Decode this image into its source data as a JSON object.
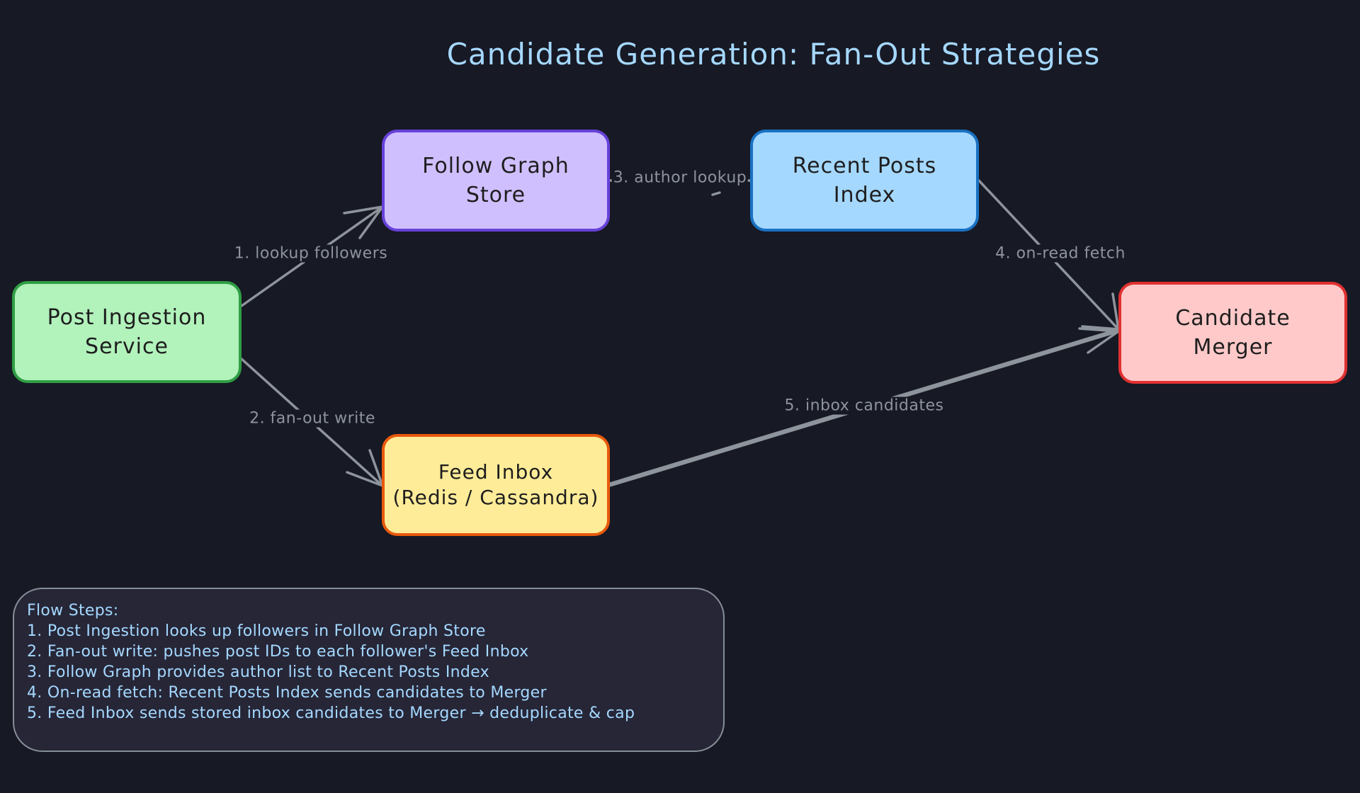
{
  "title": "Candidate Generation: Fan-Out Strategies",
  "colors": {
    "background": "#171924",
    "title": "#a5d8ff",
    "edge": "#8e949c",
    "post_ingestion": "#b2f2bb",
    "follow_graph": "#d0bfff",
    "recent_posts": "#a5d8ff",
    "candidate_merger": "#ffc9c9",
    "feed_inbox": "#ffec99"
  },
  "nodes": {
    "post_ingestion": {
      "label": "Post Ingestion\nService"
    },
    "follow_graph": {
      "label": "Follow Graph\nStore"
    },
    "recent_posts": {
      "label": "Recent Posts\nIndex"
    },
    "candidate_merger": {
      "label": "Candidate\nMerger"
    },
    "feed_inbox": {
      "label": "Feed Inbox\n(Redis / Cassandra)"
    }
  },
  "edges": {
    "e1": {
      "label": "1. lookup followers",
      "from": "Post Ingestion Service",
      "to": "Follow Graph Store"
    },
    "e2": {
      "label": "2. fan-out write",
      "from": "Post Ingestion Service",
      "to": "Feed Inbox"
    },
    "e3": {
      "label": "3. author lookup",
      "from": "Follow Graph Store",
      "to": "Recent Posts Index"
    },
    "e4": {
      "label": "4. on-read fetch",
      "from": "Recent Posts Index",
      "to": "Candidate Merger"
    },
    "e5": {
      "label": "5. inbox candidates",
      "from": "Feed Inbox",
      "to": "Candidate Merger"
    }
  },
  "notes": {
    "heading": "Flow Steps:",
    "lines": [
      "1. Post Ingestion looks up followers in Follow Graph Store",
      "2. Fan-out write: pushes post IDs to each follower's Feed Inbox",
      "3. Follow Graph provides author list to Recent Posts Index",
      "4. On-read fetch: Recent Posts Index sends candidates to Merger",
      "5. Feed Inbox sends stored inbox candidates to Merger → deduplicate & cap"
    ]
  }
}
